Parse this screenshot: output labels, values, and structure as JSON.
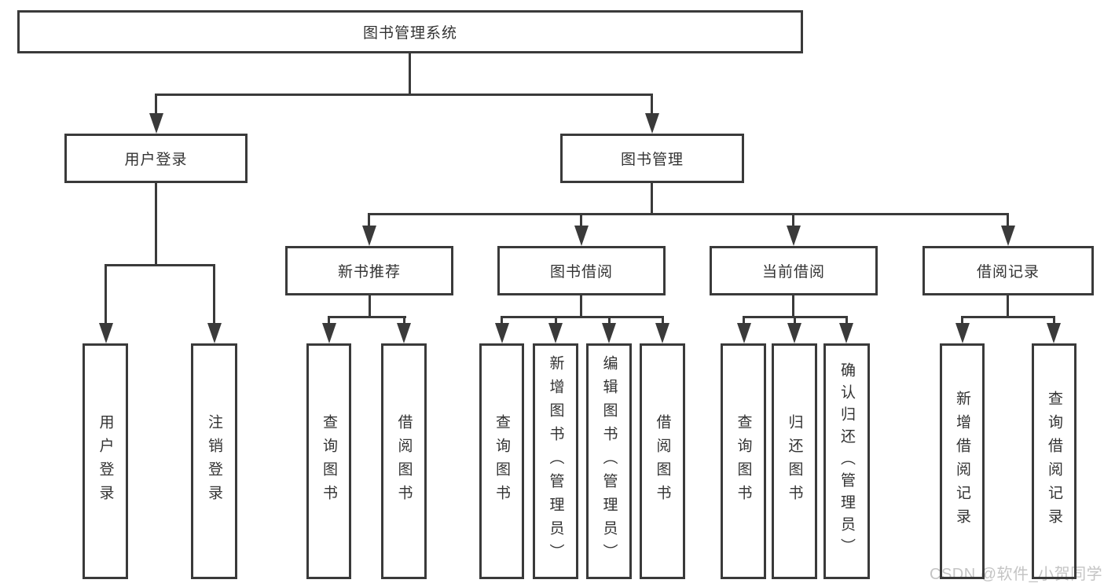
{
  "diagram": {
    "root": "图书管理系统",
    "branches": {
      "user_login": {
        "label": "用户登录",
        "children": [
          "用户登录",
          "注销登录"
        ]
      },
      "book_management": {
        "label": "图书管理",
        "sections": {
          "new_book_rec": {
            "label": "新书推荐",
            "children": [
              "查询图书",
              "借阅图书"
            ]
          },
          "book_borrow": {
            "label": "图书借阅",
            "children": [
              "查询图书",
              "新增图书（管理员）",
              "编辑图书（管理员）",
              "借阅图书"
            ]
          },
          "current_borrow": {
            "label": "当前借阅",
            "children": [
              "查询图书",
              "归还图书",
              "确认归还（管理员）"
            ]
          },
          "borrow_records": {
            "label": "借阅记录",
            "children": [
              "新增借阅记录",
              "查询借阅记录"
            ]
          }
        }
      }
    },
    "watermark": "CSDN @软件_小贺同学"
  },
  "colors": {
    "line": "#3a3a3a",
    "text": "#333333",
    "watermark": "#c4c4c4",
    "background": "#ffffff"
  }
}
